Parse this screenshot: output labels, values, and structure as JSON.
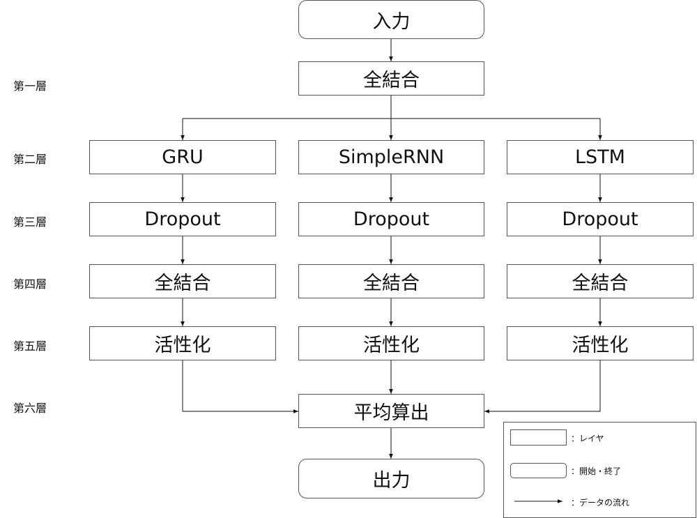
{
  "nodes": {
    "input": "入力",
    "dense1": "全結合",
    "gru": "GRU",
    "simplernn": "SimpleRNN",
    "lstm": "LSTM",
    "dropout": "Dropout",
    "dense4": "全結合",
    "activation": "活性化",
    "average": "平均算出",
    "output": "出力"
  },
  "layers": [
    "第一層",
    "第二層",
    "第三層",
    "第四層",
    "第五層",
    "第六層"
  ],
  "legend": {
    "layer": "：レイヤ",
    "terminal": "：開始・終了",
    "flow": "：データの流れ"
  }
}
